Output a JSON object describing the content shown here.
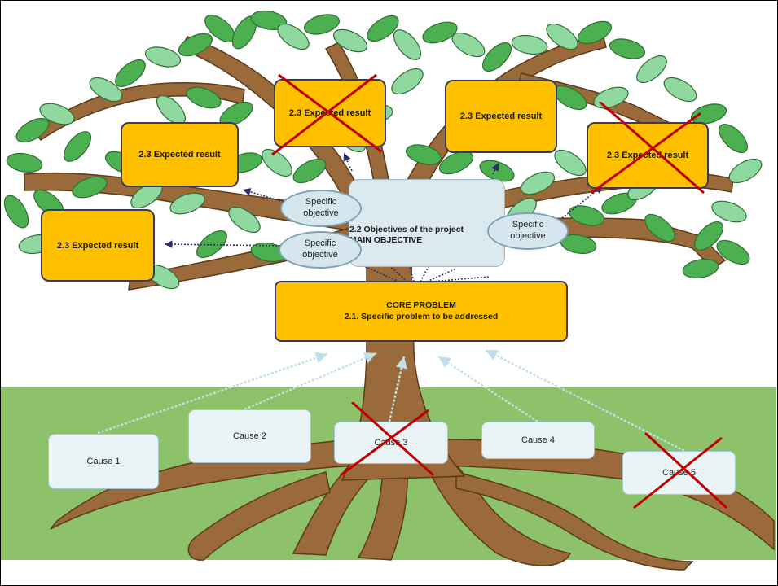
{
  "expected_results": [
    {
      "label": "2.3 Expected result",
      "crossed": false
    },
    {
      "label": "2.3 Expected result",
      "crossed": true
    },
    {
      "label": "2.3 Expected result",
      "crossed": false
    },
    {
      "label": "2.3 Expected result",
      "crossed": true
    },
    {
      "label": "2.3 Expected result",
      "crossed": false
    }
  ],
  "specific_objectives": [
    {
      "label": "Specific objective"
    },
    {
      "label": "Specific objective"
    },
    {
      "label": "Specific objective"
    }
  ],
  "main_objective": {
    "line1": "2.2  Objectives of the project",
    "line2": "MAIN OBJECTIVE"
  },
  "core_problem": {
    "line1": "CORE PROBLEM",
    "line2": "2.1. Specific problem to be addressed"
  },
  "causes": [
    {
      "label": "Cause 1",
      "crossed": false
    },
    {
      "label": "Cause 2",
      "crossed": false
    },
    {
      "label": "Cause 3",
      "crossed": true
    },
    {
      "label": "Cause 4",
      "crossed": false
    },
    {
      "label": "Cause 5",
      "crossed": true
    }
  ],
  "colors": {
    "result_fill": "#FFC000",
    "cross": "#C00000",
    "leaf": "#4CAF50",
    "trunk": "#9B6A3A",
    "grass": "#8DC26A"
  }
}
